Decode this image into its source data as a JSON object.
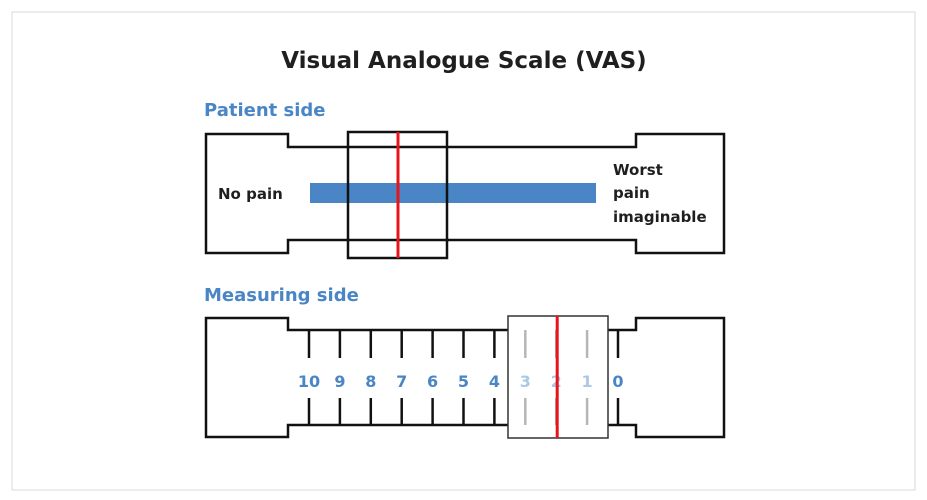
{
  "title": "Visual Analogue Scale (VAS)",
  "patient_side": {
    "label": "Patient side",
    "left_label": "No pain",
    "right_label_lines": [
      "Worst",
      "pain",
      "imaginable"
    ]
  },
  "measuring_side": {
    "label": "Measuring side",
    "ticks": [
      "10",
      "9",
      "8",
      "7",
      "6",
      "5",
      "4",
      "3",
      "2",
      "1",
      "0"
    ],
    "slider_value": 2
  },
  "colors": {
    "accent_blue": "#4a86c5",
    "marker_red": "#e8141b",
    "text": "#1f1f1f"
  }
}
